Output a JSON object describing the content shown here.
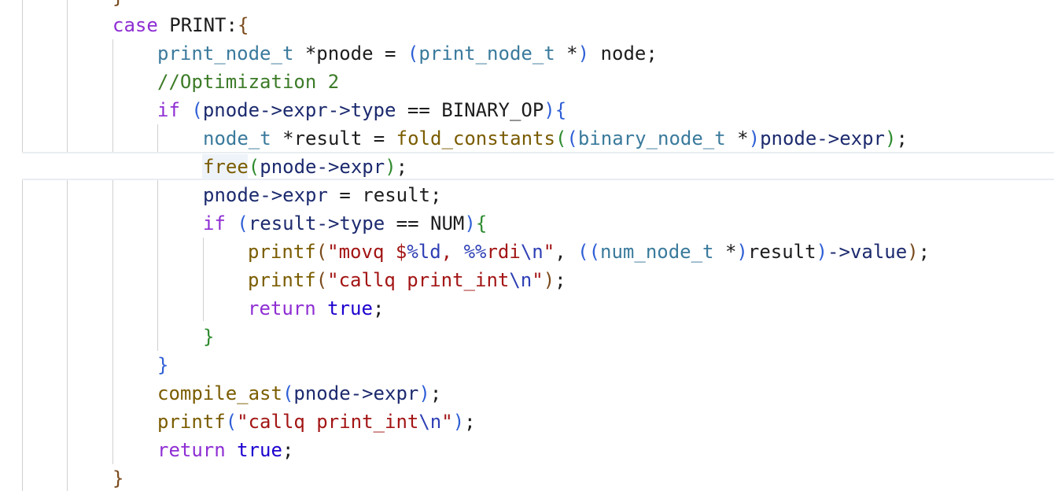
{
  "editor": {
    "lines": [
      {
        "id": "l0",
        "tokens": [
          {
            "t": "}",
            "c": "br1"
          }
        ]
      },
      {
        "id": "l1",
        "tokens": [
          {
            "t": "case",
            "c": "kw-purple"
          },
          {
            "t": " PRINT:",
            "c": "plain"
          },
          {
            "t": "{",
            "c": "br1"
          }
        ]
      },
      {
        "id": "l2",
        "tokens": [
          {
            "t": "print_node_t",
            "c": "type"
          },
          {
            "t": " *pnode = ",
            "c": "plain"
          },
          {
            "t": "(",
            "c": "br2"
          },
          {
            "t": "print_node_t",
            "c": "type"
          },
          {
            "t": " *",
            "c": "plain"
          },
          {
            "t": ")",
            "c": "br2"
          },
          {
            "t": " node;",
            "c": "plain"
          }
        ]
      },
      {
        "id": "l3",
        "tokens": [
          {
            "t": "//Optimization 2",
            "c": "comment"
          }
        ]
      },
      {
        "id": "l4",
        "tokens": [
          {
            "t": "if",
            "c": "kw-purple"
          },
          {
            "t": " ",
            "c": "plain"
          },
          {
            "t": "(",
            "c": "br2"
          },
          {
            "t": "pnode->expr->type",
            "c": "ident"
          },
          {
            "t": " == BINARY_OP",
            "c": "plain"
          },
          {
            "t": ")",
            "c": "br2"
          },
          {
            "t": "{",
            "c": "br2"
          }
        ]
      },
      {
        "id": "l5",
        "tokens": [
          {
            "t": "node_t",
            "c": "type"
          },
          {
            "t": " *result = ",
            "c": "plain"
          },
          {
            "t": "fold_constants",
            "c": "func"
          },
          {
            "t": "(",
            "c": "br3"
          },
          {
            "t": "(",
            "c": "br2"
          },
          {
            "t": "binary_node_t",
            "c": "type"
          },
          {
            "t": " *",
            "c": "plain"
          },
          {
            "t": ")",
            "c": "br2"
          },
          {
            "t": "pnode->expr",
            "c": "ident"
          },
          {
            "t": ")",
            "c": "br3"
          },
          {
            "t": ";",
            "c": "plain"
          }
        ]
      },
      {
        "id": "l6",
        "tokens": [
          {
            "t": "free",
            "c": "func"
          },
          {
            "t": "(",
            "c": "br3"
          },
          {
            "t": "pnode->expr",
            "c": "ident"
          },
          {
            "t": ")",
            "c": "br3"
          },
          {
            "t": ";",
            "c": "plain"
          }
        ]
      },
      {
        "id": "l7",
        "tokens": [
          {
            "t": "pnode->expr",
            "c": "ident"
          },
          {
            "t": " = result;",
            "c": "plain"
          }
        ]
      },
      {
        "id": "l8",
        "tokens": [
          {
            "t": "if",
            "c": "kw-purple"
          },
          {
            "t": " ",
            "c": "plain"
          },
          {
            "t": "(",
            "c": "br2"
          },
          {
            "t": "result->type",
            "c": "ident"
          },
          {
            "t": " == NUM",
            "c": "plain"
          },
          {
            "t": ")",
            "c": "br2"
          },
          {
            "t": "{",
            "c": "br3"
          }
        ]
      },
      {
        "id": "l9",
        "tokens": [
          {
            "t": "printf",
            "c": "func"
          },
          {
            "t": "(",
            "c": "br1"
          },
          {
            "t": "\"movq $",
            "c": "str"
          },
          {
            "t": "%ld",
            "c": "fmt"
          },
          {
            "t": ", ",
            "c": "str"
          },
          {
            "t": "%%",
            "c": "fmt"
          },
          {
            "t": "rdi",
            "c": "str"
          },
          {
            "t": "\\n",
            "c": "fmt"
          },
          {
            "t": "\"",
            "c": "str"
          },
          {
            "t": ", ",
            "c": "plain"
          },
          {
            "t": "(",
            "c": "br2"
          },
          {
            "t": "(",
            "c": "br2"
          },
          {
            "t": "num_node_t",
            "c": "type"
          },
          {
            "t": " *",
            "c": "plain"
          },
          {
            "t": ")",
            "c": "br2"
          },
          {
            "t": "result",
            "c": "plain"
          },
          {
            "t": ")",
            "c": "br2"
          },
          {
            "t": "->value",
            "c": "ident"
          },
          {
            "t": ")",
            "c": "br1"
          },
          {
            "t": ";",
            "c": "plain"
          }
        ]
      },
      {
        "id": "l10",
        "tokens": [
          {
            "t": "printf",
            "c": "func"
          },
          {
            "t": "(",
            "c": "br1"
          },
          {
            "t": "\"callq print_int",
            "c": "str"
          },
          {
            "t": "\\n",
            "c": "fmt"
          },
          {
            "t": "\"",
            "c": "str"
          },
          {
            "t": ")",
            "c": "br1"
          },
          {
            "t": ";",
            "c": "plain"
          }
        ]
      },
      {
        "id": "l11",
        "tokens": [
          {
            "t": "return",
            "c": "kw-purple"
          },
          {
            "t": " ",
            "c": "plain"
          },
          {
            "t": "true",
            "c": "kw-blue"
          },
          {
            "t": ";",
            "c": "plain"
          }
        ]
      },
      {
        "id": "l12",
        "tokens": [
          {
            "t": "}",
            "c": "br3"
          }
        ]
      },
      {
        "id": "l13",
        "tokens": [
          {
            "t": "}",
            "c": "br2"
          }
        ]
      },
      {
        "id": "l14",
        "tokens": [
          {
            "t": "compile_ast",
            "c": "func"
          },
          {
            "t": "(",
            "c": "br2"
          },
          {
            "t": "pnode->expr",
            "c": "ident"
          },
          {
            "t": ")",
            "c": "br2"
          },
          {
            "t": ";",
            "c": "plain"
          }
        ]
      },
      {
        "id": "l15",
        "tokens": [
          {
            "t": "printf",
            "c": "func"
          },
          {
            "t": "(",
            "c": "br2"
          },
          {
            "t": "\"callq print_int",
            "c": "str"
          },
          {
            "t": "\\n",
            "c": "fmt"
          },
          {
            "t": "\"",
            "c": "str"
          },
          {
            "t": ")",
            "c": "br2"
          },
          {
            "t": ";",
            "c": "plain"
          }
        ]
      },
      {
        "id": "l16",
        "tokens": [
          {
            "t": "return",
            "c": "kw-purple"
          },
          {
            "t": " ",
            "c": "plain"
          },
          {
            "t": "true",
            "c": "kw-blue"
          },
          {
            "t": ";",
            "c": "plain"
          }
        ]
      },
      {
        "id": "l17",
        "tokens": [
          {
            "t": "}",
            "c": "br1"
          }
        ]
      }
    ]
  },
  "colors": {
    "keyword": "#8e2ed3",
    "literal": "#1c00cf",
    "type": "#3a7a9c",
    "function": "#7a5c00",
    "comment": "#3c7b28",
    "string": "#a31515",
    "format": "#2e3fb5"
  }
}
